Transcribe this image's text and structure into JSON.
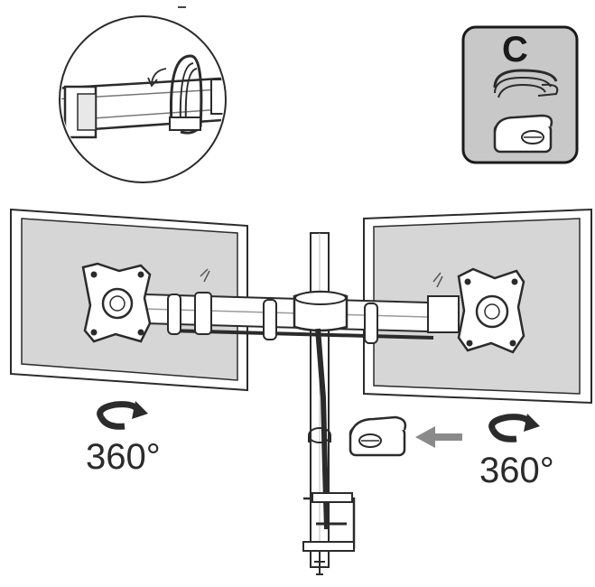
{
  "part_label": "C",
  "rotation_left": "360°",
  "rotation_right": "360°",
  "colors": {
    "line": "#2b2b2b",
    "monitor_fill": "#d6d6d6",
    "part_box_fill": "#c8c8c8",
    "arrow": "#8a8a8a"
  }
}
